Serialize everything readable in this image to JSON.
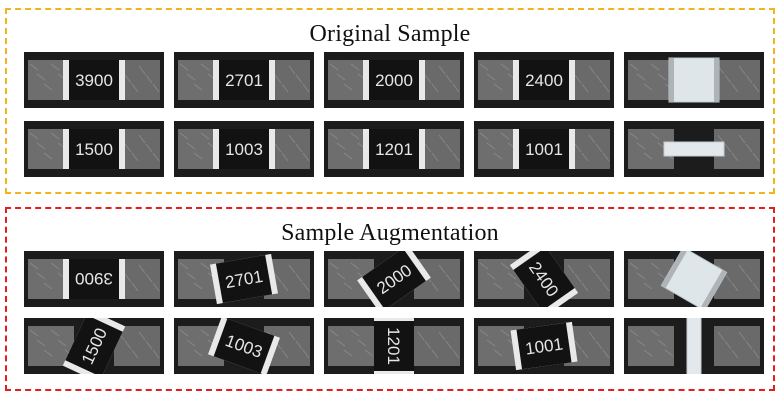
{
  "sections": [
    {
      "title": "Original Sample",
      "accent": "#f2b41c",
      "rows": [
        [
          {
            "code": "3900",
            "angle": 0,
            "variant": "dark"
          },
          {
            "code": "2701",
            "angle": 0,
            "variant": "dark"
          },
          {
            "code": "2000",
            "angle": 0,
            "variant": "dark"
          },
          {
            "code": "2400",
            "angle": 0,
            "variant": "dark"
          },
          {
            "code": "",
            "angle": 0,
            "variant": "white"
          }
        ],
        [
          {
            "code": "1500",
            "angle": 0,
            "variant": "dark"
          },
          {
            "code": "1003",
            "angle": 0,
            "variant": "dark"
          },
          {
            "code": "1201",
            "angle": 0,
            "variant": "dark"
          },
          {
            "code": "1001",
            "angle": 0,
            "variant": "dark"
          },
          {
            "code": "",
            "angle": 0,
            "variant": "white-flat"
          }
        ]
      ]
    },
    {
      "title": "Sample Augmentation",
      "accent": "#e11f1f",
      "rows": [
        [
          {
            "code": "3900",
            "angle": 180,
            "variant": "dark"
          },
          {
            "code": "2701",
            "angle": -10,
            "variant": "dark"
          },
          {
            "code": "2000",
            "angle": -35,
            "variant": "dark"
          },
          {
            "code": "2400",
            "angle": 55,
            "variant": "dark"
          },
          {
            "code": "",
            "angle": 30,
            "variant": "white"
          }
        ],
        [
          {
            "code": "1500",
            "angle": -65,
            "variant": "dark"
          },
          {
            "code": "1003",
            "angle": 20,
            "variant": "dark"
          },
          {
            "code": "1201",
            "angle": 90,
            "variant": "dark"
          },
          {
            "code": "1001",
            "angle": -8,
            "variant": "dark"
          },
          {
            "code": "",
            "angle": 90,
            "variant": "white-flat"
          }
        ]
      ]
    }
  ]
}
